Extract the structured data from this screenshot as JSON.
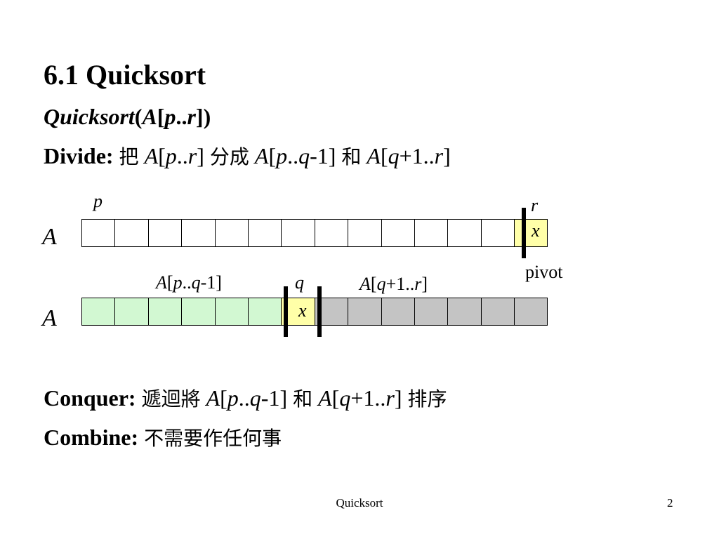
{
  "slide": {
    "title": "6.1 Quicksort",
    "subtitle": {
      "func": "Quicksort",
      "paren_open": "(",
      "arr": "A",
      "br_open": "[",
      "p": "p",
      "dots": "..",
      "r": "r",
      "br_close": "]",
      "paren_close": ")"
    },
    "divide": {
      "label": "Divide:",
      "t1": "把",
      "a1": "A",
      "o1": "[",
      "p1": "p",
      "d1": "..",
      "r1": "r",
      "c1": "]",
      "t2": "分成",
      "a2": "A",
      "o2": "[",
      "p2": "p",
      "d2": "..",
      "q2": "q",
      "m2": "-1]",
      "t3": "和",
      "a3": "A",
      "o3": "[",
      "q3": "q",
      "m3": "+1..",
      "r3": "r",
      "c3": "]"
    },
    "conquer": {
      "label": "Conquer:",
      "t1": "遞迴將",
      "a1": "A",
      "o1": "[",
      "p1": "p",
      "d1": "..",
      "q1": "q",
      "m1": "-1]",
      "t2": "和",
      "a2": "A",
      "o2": "[",
      "q2": "q",
      "m2": "+1..",
      "r2": "r",
      "c2": "]",
      "t3": "排序"
    },
    "combine": {
      "label": "Combine:",
      "t1": "不需要作任何事"
    }
  },
  "diagram": {
    "row1": {
      "label": "A",
      "p_label": "p",
      "r_label": "r",
      "x_label": "x",
      "pivot_label": "pivot",
      "cells": [
        "white",
        "white",
        "white",
        "white",
        "white",
        "white",
        "white",
        "white",
        "white",
        "white",
        "white",
        "white",
        "white",
        "yellow"
      ]
    },
    "row2": {
      "label": "A",
      "left_a": "A",
      "left_o": "[",
      "left_p": "p",
      "left_d": "..",
      "left_q": "q",
      "left_m": "-1]",
      "q_label": "q",
      "right_a": "A",
      "right_o": "[",
      "right_q": "q",
      "right_m": "+1..",
      "right_r": "r",
      "right_c": "]",
      "x_label": "x",
      "cells": [
        "green",
        "green",
        "green",
        "green",
        "green",
        "green",
        "yellow",
        "gray",
        "gray",
        "gray",
        "gray",
        "gray",
        "gray",
        "gray"
      ]
    },
    "colors": {
      "white": "#ffffff",
      "yellow": "#ffffa8",
      "green": "#d2f8d2",
      "gray": "#c4c4c4"
    }
  },
  "footer": {
    "text": "Quicksort",
    "page": "2"
  }
}
